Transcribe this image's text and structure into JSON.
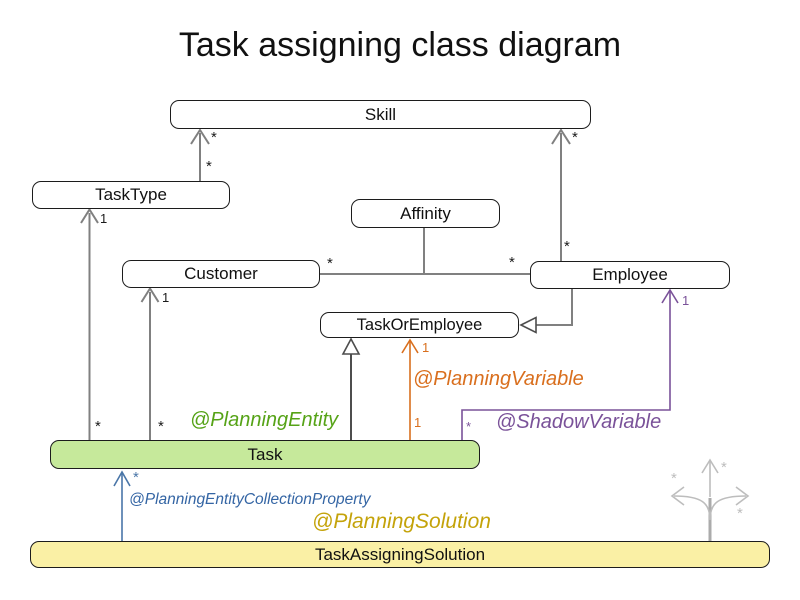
{
  "title": "Task assigning class diagram",
  "boxes": {
    "skill": {
      "label": "Skill"
    },
    "tasktype": {
      "label": "TaskType"
    },
    "affinity": {
      "label": "Affinity"
    },
    "customer": {
      "label": "Customer"
    },
    "employee": {
      "label": "Employee"
    },
    "taskoremployee": {
      "label": "TaskOrEmployee"
    },
    "task": {
      "label": "Task"
    },
    "solution": {
      "label": "TaskAssigningSolution"
    }
  },
  "annotations": {
    "planning_entity": "@PlanningEntity",
    "planning_variable": "@PlanningVariable",
    "shadow_variable": "@ShadowVariable",
    "collection_property": "@PlanningEntityCollectionProperty",
    "planning_solution": "@PlanningSolution"
  },
  "multiplicities": {
    "skill_tasktype_end": "*",
    "tasktype_skill_end": "*",
    "skill_employee_end": "*",
    "employee_skill_end": "*",
    "tasktype_one": "1",
    "customer_one": "1",
    "customer_employee_left": "*",
    "customer_employee_right": "*",
    "task_tasktype_star": "*",
    "task_customer_star": "*",
    "planning_variable_one_top": "1",
    "planning_variable_one_bottom": "1",
    "shadow_variable_one": "1",
    "shadow_variable_star": "*",
    "collection_property_star": "*",
    "faded_star_up": "*",
    "faded_star_left": "*",
    "faded_star_right": "*"
  },
  "colors": {
    "entity_fill_green": "#c6e99b",
    "solution_fill_yellow": "#faf0a5",
    "association_gray": "#808080",
    "generalization_dark": "#4d4d4d",
    "planning_variable_orange": "#d96f1e",
    "shadow_variable_purple": "#7a5299",
    "collection_property_blue": "#4a76a8",
    "planning_solution_gold": "#c4a30a",
    "planning_entity_green": "#56a317",
    "faded_decoration_gray": "#bdbdbd"
  }
}
